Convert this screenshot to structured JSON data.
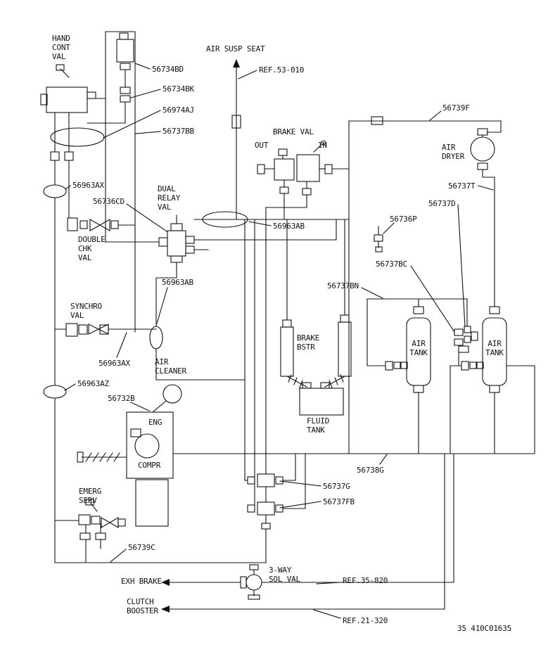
{
  "colors": {
    "line": "#111111",
    "background": "#ffffff"
  },
  "labels": {
    "hand_cont_val": "HAND\nCONT\nVAL",
    "air_susp_seat": "AIR SUSP SEAT",
    "ref_53_010": "REF.53-010",
    "brake_val": "BRAKE VAL",
    "out": "OUT",
    "in": "IN",
    "air_dryer": "AIR\nDRYER",
    "dual_relay_val": "DUAL\nRELAY\nVAL",
    "double_chk_val": "DOUBLE\nCHK\nVAL",
    "synchro_val": "SYNCHRO\nVAL",
    "brake_bstr": "BRAKE\nBSTR",
    "air_tank_left": "AIR\nTANK",
    "air_tank_right": "AIR\nTANK",
    "air_cleaner": "AIR\nCLEANER",
    "eng": "ENG",
    "compr": "COMPR",
    "fluid_tank": "FLUID\nTANK",
    "emerg_serv": "EMERG\nSERV",
    "exh_brake": "EXH BRAKE",
    "three_way_sol_val": "3-WAY\nSOL VAL",
    "clutch_booster": "CLUTCH\nBOOSTER",
    "ref_35_820": "REF.35-820",
    "ref_21_320": "REF.21-320",
    "drawing_number": "35 410C01635"
  },
  "part_numbers": {
    "p56734bd": "56734BD",
    "p56734bk": "56734BK",
    "p56974aj": "56974AJ",
    "p56737bb": "56737BB",
    "p56739f": "56739F",
    "p56963ax_upper": "56963AX",
    "p56736cd": "56736CD",
    "p56963ab_right": "56963AB",
    "p56737t": "56737T",
    "p56737d": "56737D",
    "p56736p": "56736P",
    "p56737bc": "56737BC",
    "p56737bn": "56737BN",
    "p56963ab_center": "56963AB",
    "p56963ax_lower": "56963AX",
    "p56963az": "56963AZ",
    "p56732b": "56732B",
    "p56738g": "56738G",
    "p56737g": "56737G",
    "p56737fb": "56737FB",
    "p56739c": "56739C"
  }
}
